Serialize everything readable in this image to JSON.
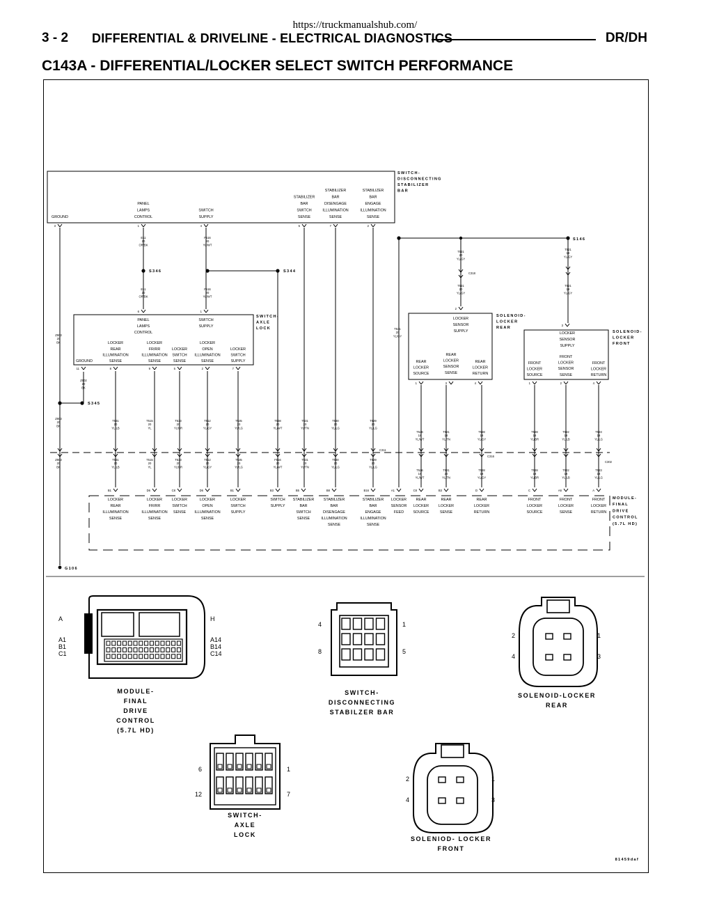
{
  "header": {
    "url": "https://truckmanualshub.com/",
    "page": "3 - 2",
    "section": "DIFFERENTIAL & DRIVELINE - ELECTRICAL DIAGNOSTICS",
    "model": "DR/DH"
  },
  "title": "C143A - DIFFERENTIAL/LOCKER SELECT SWITCH PERFORMANCE",
  "diagram": {
    "comp_stab": [
      "SWITCH-",
      "DISCONNECTING",
      "STABILIZER",
      "BAR"
    ],
    "comp_axle": [
      "SWITCH-",
      "AXLE",
      "LOCK"
    ],
    "comp_sol_rear": [
      "SOLENOID-",
      "LOCKER",
      "REAR"
    ],
    "comp_sol_front": [
      "SOLENOID-",
      "LOCKER",
      "FRONT"
    ],
    "comp_module": [
      "MODULE-",
      "FINAL",
      "DRIVE",
      "CONTROL",
      "(5.7L HD)"
    ],
    "splices": [
      "S146",
      "S346",
      "S344",
      "S345"
    ],
    "ground": "G106",
    "stab_pins": [
      {
        "lines": [
          "GROUND"
        ]
      },
      {
        "lines": [
          "PANEL",
          "LAMPS",
          "CONTROL"
        ]
      },
      {
        "lines": [
          "SWITCH",
          "SUPPLY"
        ]
      },
      {
        "lines": [
          "STABILIZER",
          "BAR",
          "SWITCH",
          "SENSE"
        ]
      },
      {
        "lines": [
          "STABILIZER",
          "BAR",
          "DISENGAGE",
          "ILLUMINATION",
          "SENSE"
        ]
      },
      {
        "lines": [
          "STABILIZER",
          "BAR",
          "ENGAGE",
          "ILLUMINATION",
          "SENSE"
        ]
      }
    ],
    "axle_pins": [
      {
        "lines": [
          "PANEL",
          "LAMPS",
          "CONTROL"
        ]
      },
      {
        "lines": [
          "SWITCH",
          "SUPPLY"
        ]
      },
      {
        "lines": [
          "GROUND"
        ]
      },
      {
        "lines": [
          "LOCKER",
          "REAR",
          "ILLUMINATION",
          "SENSE"
        ]
      },
      {
        "lines": [
          "LOCKER",
          "FR/RR",
          "ILLUMINATION",
          "SENSE"
        ]
      },
      {
        "lines": [
          "LOCKER",
          "SWITCH",
          "SENSE"
        ]
      },
      {
        "lines": [
          "LOCKER",
          "OPEN",
          "ILLUMINATION",
          "SENSE"
        ]
      },
      {
        "lines": [
          "LOCKER",
          "SWITCH",
          "SUPPLY"
        ]
      }
    ],
    "rear_pins": [
      {
        "lines": [
          "LOCKER",
          "SENSOR",
          "SUPPLY"
        ]
      },
      {
        "lines": [
          "REAR",
          "LOCKER",
          "SOURCE"
        ]
      },
      {
        "lines": [
          "REAR",
          "LOCKER",
          "SENSOR",
          "SENSE"
        ]
      },
      {
        "lines": [
          "REAR",
          "LOCKER",
          "RETURN"
        ]
      }
    ],
    "front_pins": [
      {
        "lines": [
          "LOCKER",
          "SENSOR",
          "SUPPLY"
        ]
      },
      {
        "lines": [
          "FRONT",
          "LOCKER",
          "SOURCE"
        ]
      },
      {
        "lines": [
          "FRONT",
          "LOCKER",
          "SENSOR",
          "SENSE"
        ]
      },
      {
        "lines": [
          "FRONT",
          "LOCKER",
          "RETURN"
        ]
      }
    ],
    "module_pins": [
      {
        "lines": [
          "LOCKER",
          "REAR",
          "ILLUMINATION",
          "SENSE"
        ]
      },
      {
        "lines": [
          "LOCKER",
          "FR/RR",
          "ILLUMINATION",
          "SENSE"
        ]
      },
      {
        "lines": [
          "LOCKER",
          "SWITCH",
          "SENSE"
        ]
      },
      {
        "lines": [
          "LOCKER",
          "OPEN",
          "ILLUMINATION",
          "SENSE"
        ]
      },
      {
        "lines": [
          "LOCKER",
          "SWITCH",
          "SUPPLY"
        ]
      },
      {
        "lines": [
          "SWITCH",
          "SUPPLY"
        ]
      },
      {
        "lines": [
          "STABILIZER",
          "BAR",
          "SWITCH",
          "SENSE"
        ]
      },
      {
        "lines": [
          "STABILIZER",
          "BAR",
          "DISENGAGE",
          "ILLUMINATION",
          "SENSE"
        ]
      },
      {
        "lines": [
          "STABILIZER",
          "BAR",
          "ENGAGE",
          "ILLUMINATION",
          "SENSE"
        ]
      },
      {
        "lines": [
          "LOCKER",
          "SENSOR",
          "FEED"
        ]
      },
      {
        "lines": [
          "REAR",
          "LOCKER",
          "SOURCE"
        ]
      },
      {
        "lines": [
          "REAR",
          "LOCKER",
          "SENSE"
        ]
      },
      {
        "lines": [
          "REAR",
          "LOCKER",
          "RETURN"
        ]
      },
      {
        "lines": [
          "FRONT",
          "LOCKER",
          "SOURCE"
        ]
      },
      {
        "lines": [
          "FRONT",
          "LOCKER",
          "SENSE"
        ]
      },
      {
        "lines": [
          "FRONT",
          "LOCKER",
          "RETURN"
        ]
      }
    ],
    "pin_numbers": {
      "stab": [
        "3",
        "1",
        "4",
        "5",
        "7",
        "2"
      ],
      "axle": [
        "6",
        "1",
        "11",
        "8",
        "9",
        "5",
        "2",
        "7"
      ],
      "module": [
        "B1",
        "D6",
        "C8",
        "D6",
        "B1",
        "B3",
        "B5",
        "B8",
        "B16",
        "A1",
        "C8",
        "B3",
        "D",
        "C",
        "A6",
        "A"
      ],
      "rear": [
        "2",
        "1",
        "3",
        "4"
      ],
      "front": [
        "3",
        "1",
        "2",
        "4"
      ]
    },
    "wire_codes": [
      {
        "lines": [
          "E11",
          "20",
          "OR/BK"
        ]
      },
      {
        "lines": [
          "E11",
          "20",
          "OR/BK"
        ]
      },
      {
        "lines": [
          "F516",
          "20",
          "YL/WT"
        ]
      },
      {
        "lines": [
          "F516",
          "20",
          "YL/WT"
        ]
      },
      {
        "lines": [
          "Z903",
          "20",
          "BK"
        ]
      },
      {
        "lines": [
          "Z903",
          "20",
          "BK"
        ]
      },
      {
        "lines": [
          "Z902",
          "20",
          "BK"
        ]
      },
      {
        "lines": [
          "Z903",
          "20",
          "BK"
        ]
      },
      {
        "lines": [
          "T531",
          "20",
          "YL/LB"
        ]
      },
      {
        "lines": [
          "T531",
          "20",
          "YL/LB"
        ]
      },
      {
        "lines": [
          "T515",
          "20",
          "YL"
        ]
      },
      {
        "lines": [
          "T515",
          "20",
          "YL"
        ]
      },
      {
        "lines": [
          "T533",
          "20",
          "YL/BR"
        ]
      },
      {
        "lines": [
          "T533",
          "20",
          "YL/BR"
        ]
      },
      {
        "lines": [
          "T512",
          "20",
          "YL/GY"
        ]
      },
      {
        "lines": [
          "T512",
          "20",
          "YL/GY"
        ]
      },
      {
        "lines": [
          "T535",
          "20",
          "YL/LG"
        ]
      },
      {
        "lines": [
          "T535",
          "20",
          "YL/LG"
        ]
      },
      {
        "lines": [
          "T538",
          "20",
          "YL/WT"
        ]
      },
      {
        "lines": [
          "F516",
          "20",
          "YL/WT"
        ]
      },
      {
        "lines": [
          "T531",
          "20",
          "YL/TN"
        ]
      },
      {
        "lines": [
          "T531",
          "20",
          "YL/TN"
        ]
      },
      {
        "lines": [
          "T530",
          "20",
          "YL/LG"
        ]
      },
      {
        "lines": [
          "T530",
          "20",
          "YL/LG"
        ]
      },
      {
        "lines": [
          "T529",
          "20",
          "YL/LG"
        ]
      },
      {
        "lines": [
          "T529",
          "20",
          "YL/LG"
        ]
      },
      {
        "lines": [
          "T531",
          "20",
          "YL/GY"
        ]
      },
      {
        "lines": [
          "T521",
          "20",
          "YL/GY"
        ]
      },
      {
        "lines": [
          "T521",
          "18",
          "YL/GY"
        ]
      },
      {
        "lines": [
          "T521",
          "20",
          "YL/GY"
        ]
      },
      {
        "lines": [
          "T521",
          "18",
          "YL/GY"
        ]
      },
      {
        "lines": [
          "T526",
          "18",
          "YL/WT"
        ]
      },
      {
        "lines": [
          "T526",
          "18",
          "YL/WT"
        ]
      },
      {
        "lines": [
          "T521",
          "18",
          "YL/TN"
        ]
      },
      {
        "lines": [
          "T521",
          "20",
          "YL/TN"
        ]
      },
      {
        "lines": [
          "T528",
          "18",
          "YL/GY"
        ]
      },
      {
        "lines": [
          "T528",
          "18",
          "YL/GY"
        ]
      },
      {
        "lines": [
          "T528",
          "18",
          "YL/BR"
        ]
      },
      {
        "lines": [
          "T528",
          "18",
          "YL/BR"
        ]
      },
      {
        "lines": [
          "T522",
          "18",
          "YL/LB"
        ]
      },
      {
        "lines": [
          "T522",
          "18",
          "YL/LB"
        ]
      },
      {
        "lines": [
          "T523",
          "18",
          "YL/LG"
        ]
      },
      {
        "lines": [
          "T523",
          "18",
          "YL/LG"
        ]
      }
    ],
    "inline_connectors": [
      "C316",
      "C311",
      "C318",
      "C302"
    ],
    "figure_id": "81459daf"
  },
  "connectors": {
    "module": {
      "name": [
        "MODULE-",
        "FINAL",
        "DRIVE",
        "CONTROL",
        "(5.7L HD)"
      ],
      "left": [
        "A",
        "A1",
        "B1",
        "C1"
      ],
      "right": [
        "H",
        "A14",
        "B14",
        "C14"
      ]
    },
    "stab": {
      "name": [
        "SWITCH-",
        "DISCONNECTING",
        "STABILZER BAR"
      ],
      "nums": [
        "4",
        "1",
        "8",
        "5"
      ]
    },
    "sol_rear": {
      "name": [
        "SOLENOID-LOCKER",
        "REAR"
      ],
      "nums": [
        "2",
        "1",
        "4",
        "3"
      ]
    },
    "axle": {
      "name": [
        "SWITCH-",
        "AXLE",
        "LOCK"
      ],
      "nums": [
        "6",
        "1",
        "12",
        "7"
      ]
    },
    "sol_front": {
      "name": [
        "SOLENIOD- LOCKER",
        "FRONT"
      ],
      "nums": [
        "2",
        "1",
        "4",
        "3"
      ]
    }
  }
}
